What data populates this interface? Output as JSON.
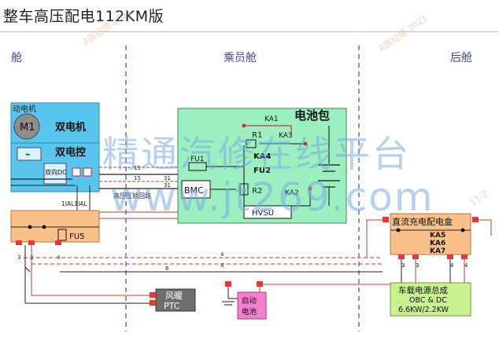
{
  "title": "整车高压配电112KM版",
  "zones": {
    "left": "舱",
    "middle": "乘员舱",
    "right": "后舱"
  },
  "motor_module": {
    "header": "动电机",
    "motor": "M1",
    "label_motor": "双电机",
    "label_ctrl": "双电控",
    "dcdc": "双向DC",
    "pins": "1IAL1IAL"
  },
  "battery_pack": {
    "title": "电池包",
    "ka1": "KA1",
    "ka3": "KA3",
    "r1": "R1",
    "ka4": "KA4",
    "fu2": "FU2",
    "fu1": "FU1",
    "r2": "R2",
    "bmc": "BMC",
    "ka2": "KA2",
    "hvsu": "HVSU",
    "pin_15a": "15",
    "pin_15b": "15",
    "pin_31a": "31",
    "pin_31b": "31",
    "interlock": "高压互锁回路"
  },
  "left_dist": {
    "fu5": "FU5",
    "pins": [
      "3",
      "3",
      "4"
    ]
  },
  "dc_box": {
    "title": "直流充电配电盒",
    "ka5": "KA5",
    "ka6": "KA6",
    "ka7": "KA7",
    "pins": [
      "3",
      "3",
      "4",
      "4"
    ]
  },
  "obc": {
    "line1": "车载电源总成",
    "line2": "OBC & DC",
    "line3": "6.6KW/2.2KW"
  },
  "ptc": {
    "line1": "风暖",
    "line2": "PTC"
  },
  "starter": {
    "line1": "启动",
    "line2": "电池"
  },
  "wire_pins": {
    "w1": "4",
    "w2": "4",
    "w3": "6"
  },
  "watermark": {
    "cn": "精通汽修在线平台",
    "url": "www.jt269.com"
  },
  "stamps": [
    "A医经理-2021",
    "A医经理-2021",
    "11-2"
  ],
  "colors": {
    "motor_module": "#58c5ef",
    "battery_pack": "#9cf0c0",
    "orange_box": "#f9c189",
    "obc_box": "#c9f28e",
    "ptc_box": "#6f6f6f",
    "starter_box": "#f57fcf",
    "wire_red": "#d63a3a",
    "zone_divider": "#3a46b6"
  }
}
